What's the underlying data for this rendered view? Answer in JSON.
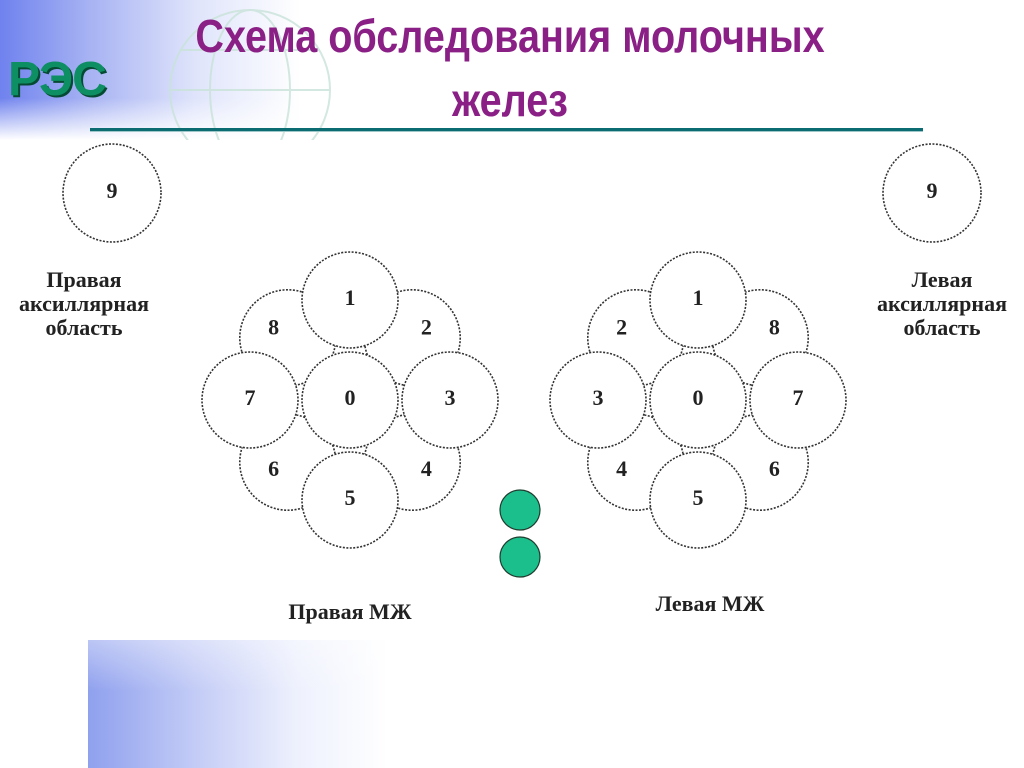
{
  "logo": {
    "text": "РЭС"
  },
  "slide": {
    "title": "Схема обследования молочных желез"
  },
  "right_breast": {
    "axillary_number": "9",
    "axillary_label_lines": [
      "Правая",
      "аксиллярная",
      "область"
    ],
    "center_number": "0",
    "segment_numbers": [
      "1",
      "2",
      "3",
      "4",
      "5",
      "6",
      "7",
      "8"
    ],
    "caption": "Правая МЖ"
  },
  "left_breast": {
    "axillary_number": "9",
    "axillary_label_lines": [
      "Левая",
      "аксиллярная",
      "область"
    ],
    "center_number": "0",
    "segment_numbers": [
      "1",
      "2",
      "3",
      "4",
      "5",
      "6",
      "7",
      "8"
    ],
    "caption": "Левая МЖ"
  },
  "colors": {
    "title": "#8a1f86",
    "logo": "#0d8e63",
    "accent_dot": "#1bbf8c",
    "rule": "#0b6d72"
  }
}
